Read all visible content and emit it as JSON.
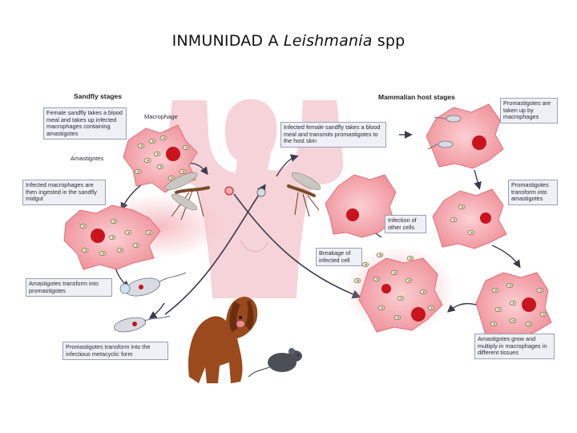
{
  "title": {
    "main": "INMUNIDAD A",
    "italic": "Leishmania",
    "suffix": "spp"
  },
  "sections": {
    "sandfly": "Sandfly stages",
    "mammalian": "Mammalian host stages"
  },
  "labels": {
    "sandfly_meal": "Female sandfly takes a blood meal and takes up infected macrophages containing amastigotes",
    "macrophage": "Macrophage",
    "amastigotes": "Amastigotes",
    "ingested_midgut": "Infected macrophages are then ingested in the sandfly midgut",
    "transform_promastigotes": "Amastigotes transform into promastigotes",
    "metacyclic": "Promastigotes transform into the infectious metacyclic form",
    "transmits": "Infected female sandfly takes a blood meal and transmits promastigotes to the host skin",
    "taken_up": "Promastigotes are taken up by macrophages",
    "into_amastigotes": "Promastigotes transform into amastigotes",
    "other_cells": "Infection of other cells",
    "breakage": "Breakage of infected cell",
    "grow_multiply": "Amastigotes grow and multiply in macrophages in different tissues"
  },
  "colors": {
    "cell_fill": "#f4a7ad",
    "cell_edge": "#e0707a",
    "nucleus": "#c8141c",
    "body": "#f6d3d8",
    "arrow": "#3a3a4a",
    "callout_bg": "#eef0f6"
  }
}
